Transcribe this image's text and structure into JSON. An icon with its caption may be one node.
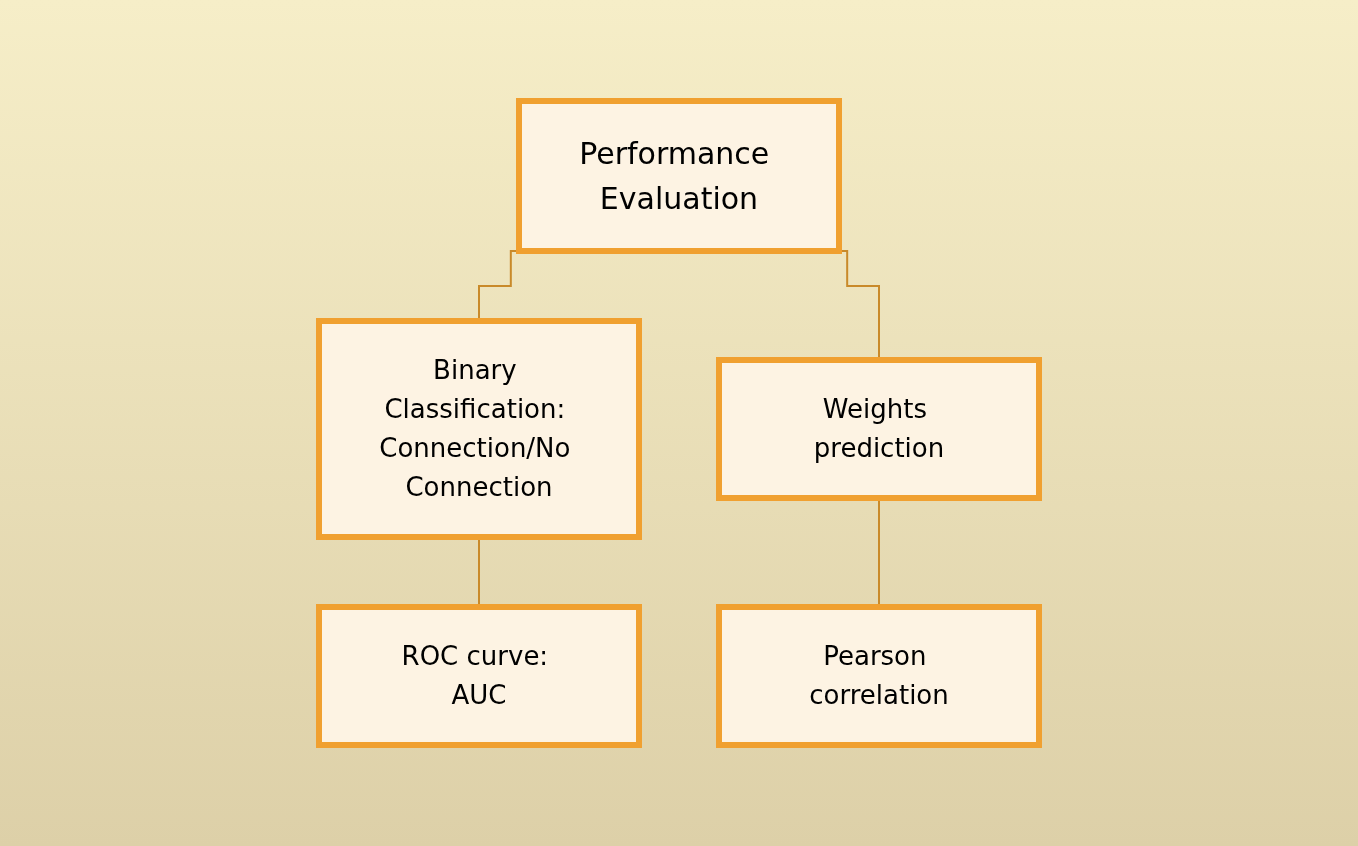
{
  "diagram": {
    "nodes": [
      {
        "text": [
          "Performance Evaluation"
        ]
      },
      {
        "text": [
          "Binary Classification: Connection/No Connection"
        ]
      },
      {
        "text": [
          "Weights prediction"
        ]
      },
      {
        "text": [
          "ROC curve: AUC"
        ]
      },
      {
        "text": [
          "Pearson correlation"
        ]
      }
    ],
    "edges": [
      {
        "from": 0,
        "to": 1,
        "arrow": "none"
      },
      {
        "from": 0,
        "to": 2,
        "arrow": "none"
      },
      {
        "from": 1,
        "to": 3,
        "arrow": "none"
      },
      {
        "from": 2,
        "to": 4,
        "arrow": "none"
      }
    ]
  }
}
